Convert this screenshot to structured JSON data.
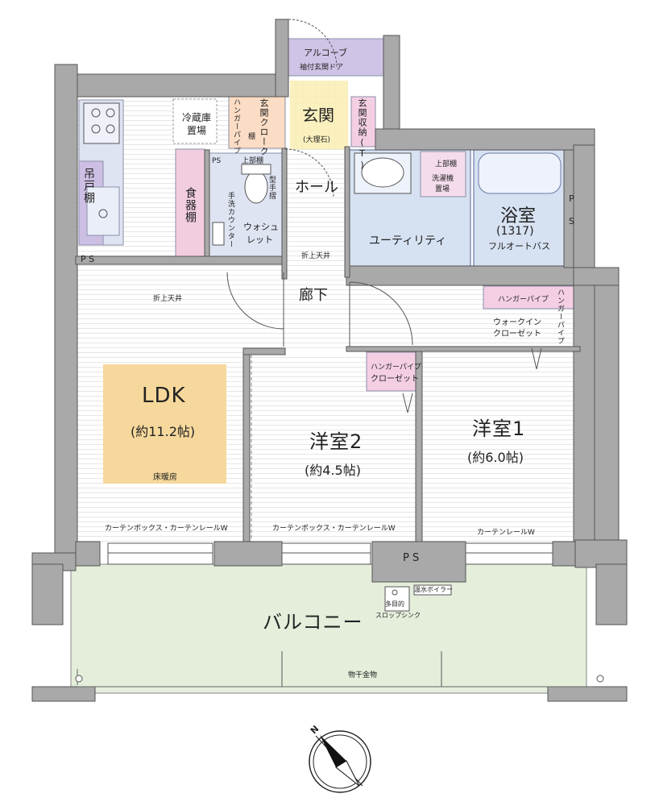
{
  "rooms": {
    "ldk": {
      "name": "LDK",
      "size": "(約11.2帖)",
      "note": "床暖房",
      "ceiling": "折上天井"
    },
    "western1": {
      "name": "洋室1",
      "size": "(約6.0帖)",
      "curtain": "カーテンレールW"
    },
    "western2": {
      "name": "洋室2",
      "size": "(約4.5帖)",
      "curtain": "カーテンボックス・カーテンレールW"
    },
    "ldk_curtain": "カーテンボックス・カーテンレールW",
    "genkan": {
      "name": "玄関",
      "sub": "(大理石)"
    },
    "hall": "ホール",
    "corridor": "廊下",
    "utility": "ユーティリティ",
    "bath": {
      "name": "浴室",
      "size": "(1317)",
      "sub": "フルオートバス"
    },
    "washlet": "ウォシュレット",
    "balcony": "バルコニー",
    "walkin": "ウォークインクローゼット",
    "closet": "クローゼット",
    "hanger": "ハンガーパイプ"
  },
  "labels": {
    "alcove": "アルコーブ",
    "door": "袖付玄関ドア",
    "fridge": "冷蔵庫置場",
    "pantry": "食器棚",
    "hanging_cab": "吊戸棚",
    "genkan_cloak": "玄関クローク",
    "genkan_storage": "玄関収納(T)",
    "tana": "棚",
    "upper_shelf": "上部棚",
    "hand_wash": "手洗カウンター",
    "type_shelf": "型手摺",
    "washer": "洗濯機置場",
    "ps": "PS",
    "ps_spaced": "P S",
    "ceiling_hall": "折上天井",
    "water_heater": "温水ボイラー",
    "slop_sink_top": "多目的",
    "slop_sink": "スロップシンク",
    "laundry": "物干金物",
    "compass_n": "N"
  },
  "colors": {
    "wall": "#a9a9a9",
    "wall_edge": "#555555",
    "floor_line": "#e6e6e6",
    "ldk_heat": "#f6d89c",
    "kitchen_blue": "#dfe4f3",
    "utility_blue": "#d6e1f1",
    "pantry_pink": "#f2cde0",
    "storage_pink": "#f4cfe4",
    "alcove_purple": "#cfc4e6",
    "entry_yellow": "#fbf1bf",
    "cloak_orange": "#fbdcc4",
    "balcony_green": "#e4eedb"
  }
}
